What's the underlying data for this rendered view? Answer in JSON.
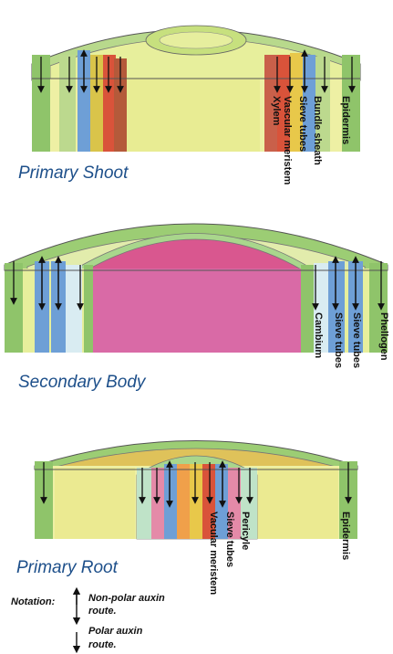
{
  "sections": {
    "shoot": {
      "title": "Primary Shoot",
      "labels": [
        "Xylem",
        "Vascular meristem",
        "Sieve tubes",
        "Bundle sheath",
        "Epidermis"
      ]
    },
    "secondary": {
      "title": "Secondary Body",
      "labels": [
        "Cambium",
        "Sieve tubes",
        "Sieve tubes",
        "Phellogen"
      ]
    },
    "root": {
      "title": "Primary Root",
      "labels": [
        "Vacular meristem",
        "Sieve tubes",
        "Pericyle",
        "Epidermis"
      ]
    }
  },
  "notation": {
    "heading": "Notation:",
    "nonpolar_line1": "Non-polar auxin",
    "nonpolar_line2": "route.",
    "polar_line1": "Polar auxin",
    "polar_line2": "route."
  },
  "colors": {
    "epidermis_green": "#8fc46a",
    "cortex_yellow": "#eef0a0",
    "phloem_blue": "#6e9fd6",
    "meristem_red": "#d9533a",
    "xylem_pink": "#d96aa6",
    "title_blue": "#1d4f8a"
  }
}
